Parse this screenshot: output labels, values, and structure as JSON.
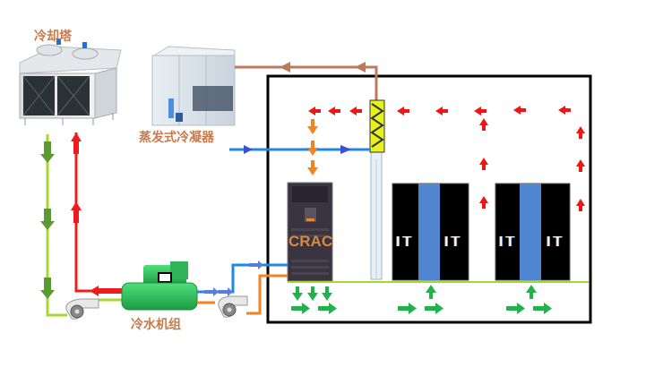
{
  "labels": {
    "cooling_tower": "冷却塔",
    "evaporative_condenser": "蒸发式冷凝器",
    "chiller": "冷水机组",
    "crac": "CRAC",
    "it_rack": "IT"
  },
  "colors": {
    "hot_air": "#f01414",
    "cold_air": "#22b14c",
    "chilled_water_supply": "#1e88e5",
    "chilled_water_return": "#f5821f",
    "condenser_pipe": "#c0785a",
    "cooling_water": "#a6d92a",
    "hot_water": "#ee1c1c",
    "room_border": "#000000",
    "rack": "#000000",
    "cold_aisle": "#4f86cf",
    "heat_exchanger": "#e6f21a",
    "label_text": "#c87a4a"
  },
  "racks": [
    {
      "left": "IT",
      "right": "IT"
    },
    {
      "left": "IT",
      "right": "IT"
    }
  ]
}
